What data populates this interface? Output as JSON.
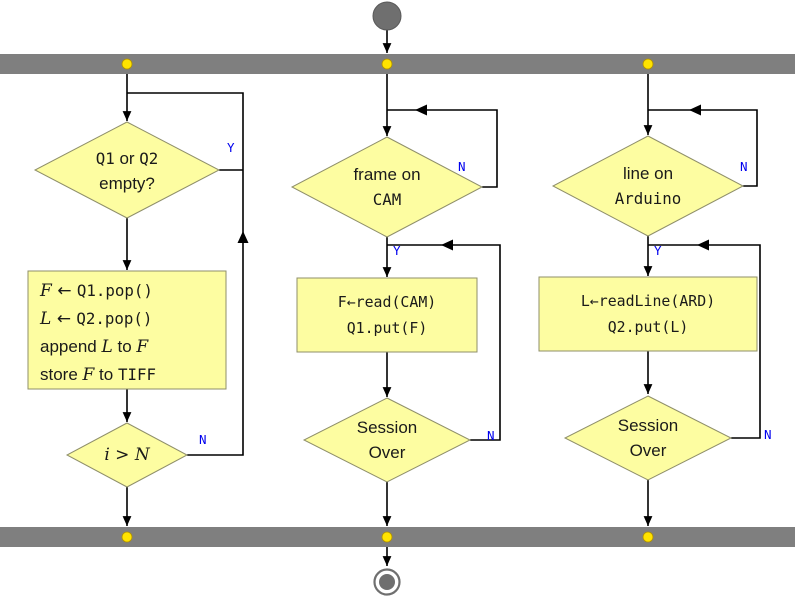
{
  "colors": {
    "bar_gray": "#7f7f7f",
    "node_fill": "#fdfda1",
    "node_border": "#8f8f6a",
    "sync_dot_yellow": "#ffe300",
    "branch_label_blue": "#0000ee",
    "state_gray": "#6f6f6f",
    "edge_black": "#000000"
  },
  "branch": {
    "c1_yes": "Y",
    "c1_no": "N",
    "c2_no_wait": "N",
    "c2_yes": "Y",
    "c2_no_session": "N",
    "c3_no_wait": "N",
    "c3_yes": "Y",
    "c3_no_session": "N"
  },
  "c1": {
    "decision_empty": {
      "q1": "Q1",
      "or": " or ",
      "q2": "Q2",
      "line2": "empty?"
    },
    "process": {
      "l1_var": "F",
      "l1_arrow": " ← ",
      "l1_code": "Q1.pop()",
      "l2_var": "L",
      "l2_arrow": " ← ",
      "l2_code": "Q2.pop()",
      "l3_a": "append ",
      "l3_var1": "L",
      "l3_b": " to ",
      "l3_var2": "F",
      "l4_a": "store ",
      "l4_var": "F",
      "l4_b": " to ",
      "l4_code": "TIFF"
    },
    "decision_count": {
      "var1": "i",
      "op": " > ",
      "var2": "N"
    }
  },
  "c2": {
    "decision_wait": {
      "line1": "frame on",
      "line2": "CAM"
    },
    "process": {
      "l1": "F←read(CAM)",
      "l2": "Q1.put(F)"
    },
    "decision_session": {
      "line1": "Session",
      "line2": "Over"
    }
  },
  "c3": {
    "decision_wait": {
      "line1": "line on",
      "line2": "Arduino"
    },
    "process": {
      "l1": "L←readLine(ARD)",
      "l2": "Q2.put(L)"
    },
    "decision_session": {
      "line1": "Session",
      "line2": "Over"
    }
  }
}
